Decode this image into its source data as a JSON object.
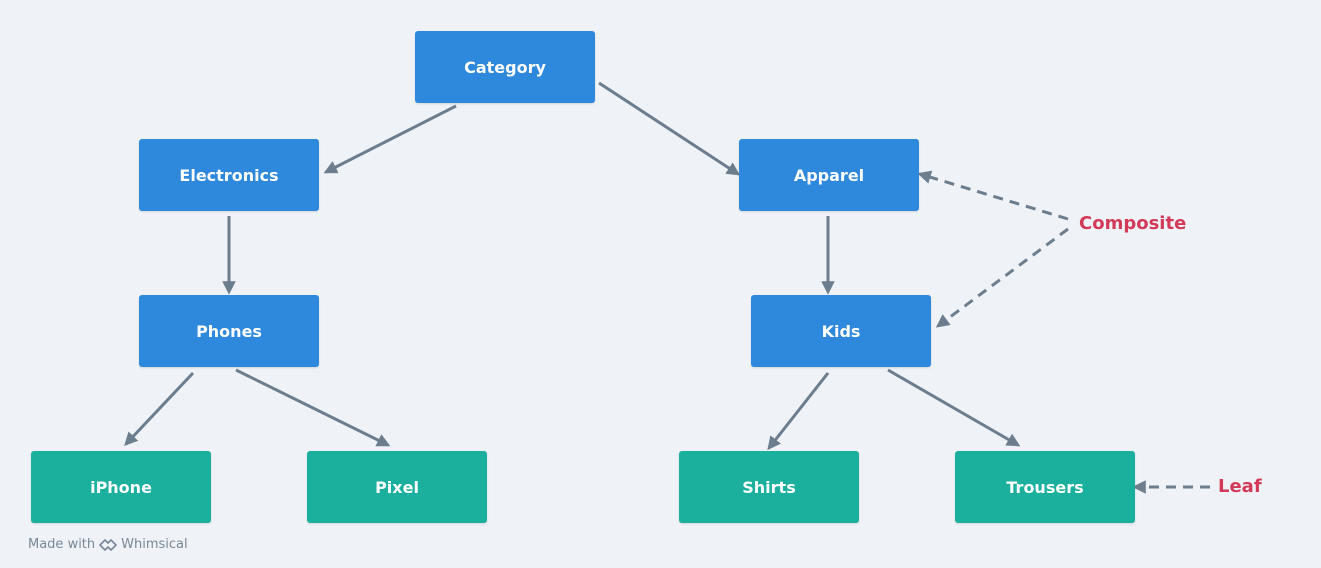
{
  "colors": {
    "background": "#eff3f7",
    "composite_node": "#2e88dc",
    "leaf_node": "#1bb09e",
    "edge": "#6c7d8e",
    "annotation": "#d23a57"
  },
  "nodes": {
    "category": "Category",
    "electronics": "Electronics",
    "apparel": "Apparel",
    "phones": "Phones",
    "kids": "Kids",
    "iphone": "iPhone",
    "pixel": "Pixel",
    "shirts": "Shirts",
    "trousers": "Trousers"
  },
  "annotations": {
    "composite": "Composite",
    "leaf": "Leaf"
  },
  "footer": {
    "made_with": "Made with",
    "brand": "Whimsical",
    "logo_icon": "whimsical-logo-icon"
  }
}
